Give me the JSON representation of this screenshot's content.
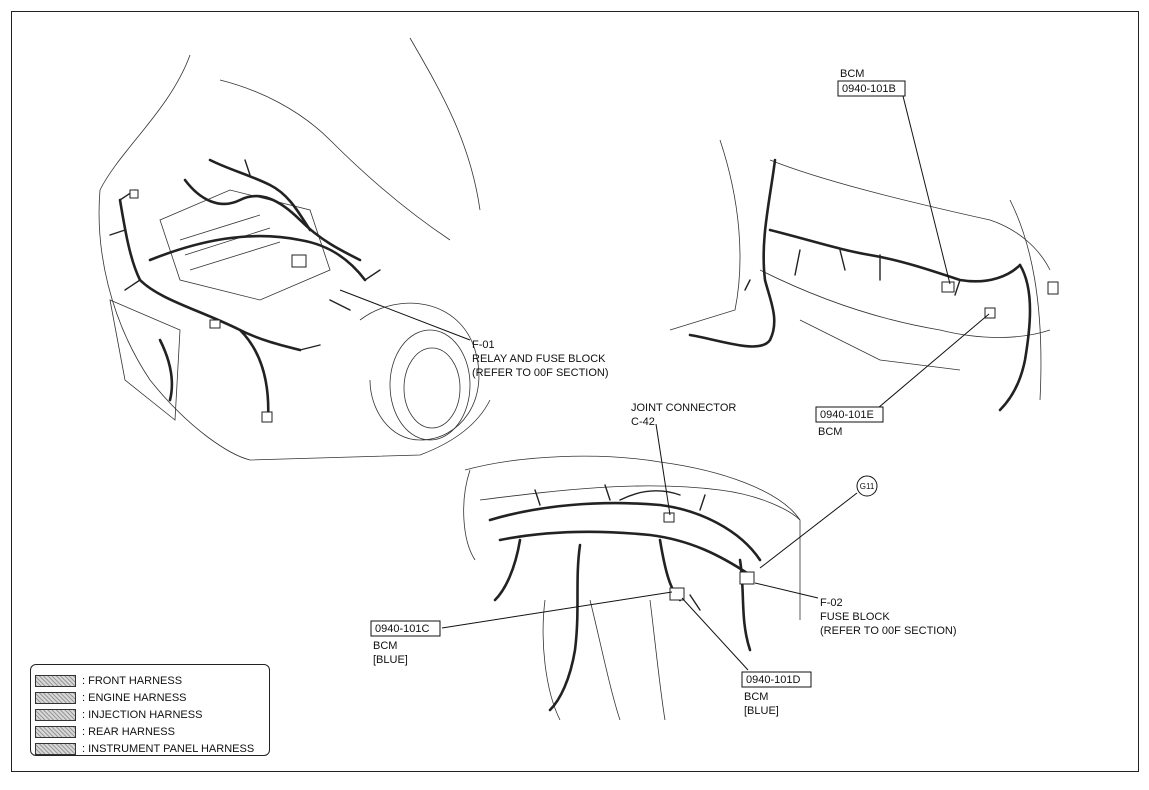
{
  "diagram": {
    "callouts": {
      "f01": {
        "code": "F-01",
        "name": "RELAY AND FUSE BLOCK",
        "note": "(REFER TO 00F SECTION)"
      },
      "bcm_b": {
        "label": "BCM",
        "code": "0940-101B"
      },
      "bcm_e": {
        "code": "0940-101E",
        "label": "BCM"
      },
      "joint": {
        "name": "JOINT CONNECTOR",
        "code": "C-42"
      },
      "ground": {
        "code": "G11"
      },
      "f02": {
        "code": "F-02",
        "name": "FUSE BLOCK",
        "note": "(REFER TO 00F SECTION)"
      },
      "bcm_c": {
        "code": "0940-101C",
        "label": "BCM",
        "color": "[BLUE]"
      },
      "bcm_d": {
        "code": "0940-101D",
        "label": "BCM",
        "color": "[BLUE]"
      }
    },
    "legend": [
      {
        "label": ": FRONT HARNESS"
      },
      {
        "label": ": ENGINE HARNESS"
      },
      {
        "label": ": INJECTION HARNESS"
      },
      {
        "label": ": REAR HARNESS"
      },
      {
        "label": ": INSTRUMENT PANEL HARNESS"
      }
    ]
  }
}
